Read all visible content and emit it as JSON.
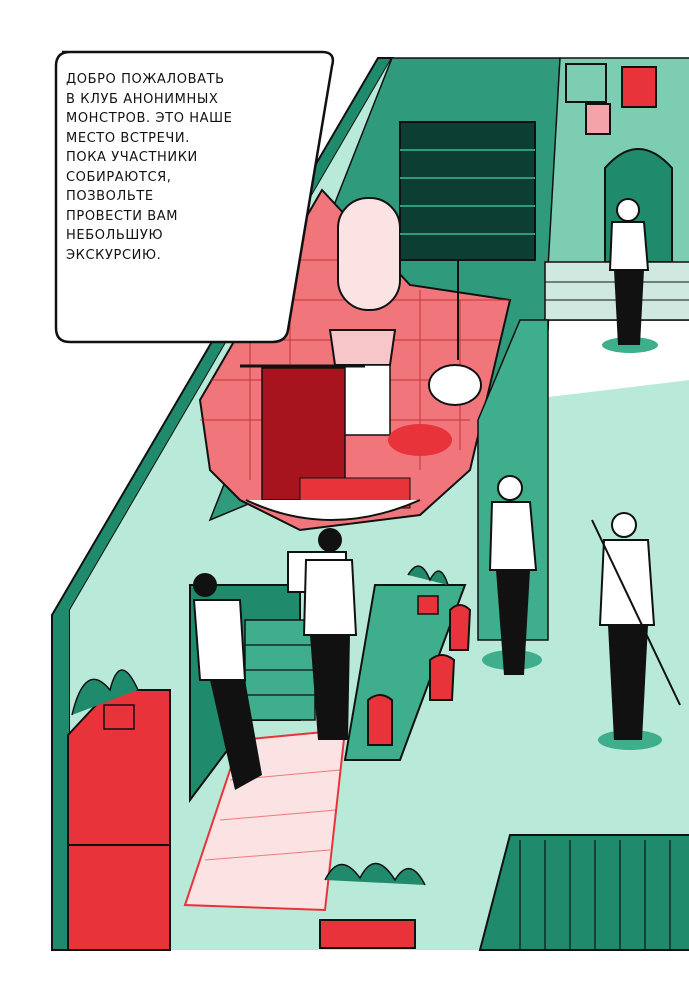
{
  "panel": {
    "caption_lines": [
      "ДОБРО ПОЖАЛОВАТЬ",
      "В КЛУБ АНОНИМНЫХ",
      "МОНСТРОВ. ЭТО НАШЕ",
      "МЕСТО ВСТРЕЧИ.",
      "ПОКА УЧАСТНИКИ",
      "СОБИРАЮТСЯ,",
      "ПОЗВОЛЬТЕ",
      "ПРОВЕСТИ ВАМ",
      "НЕБОЛЬШУЮ",
      "ЭКСКУРСИЮ."
    ]
  },
  "palette": {
    "dark_green": "#1f8a6c",
    "mid_green": "#3fae8c",
    "floor_mint": "#b9ead9",
    "red": "#e8333a",
    "pink": "#f4a3a8",
    "ink": "#111111"
  }
}
